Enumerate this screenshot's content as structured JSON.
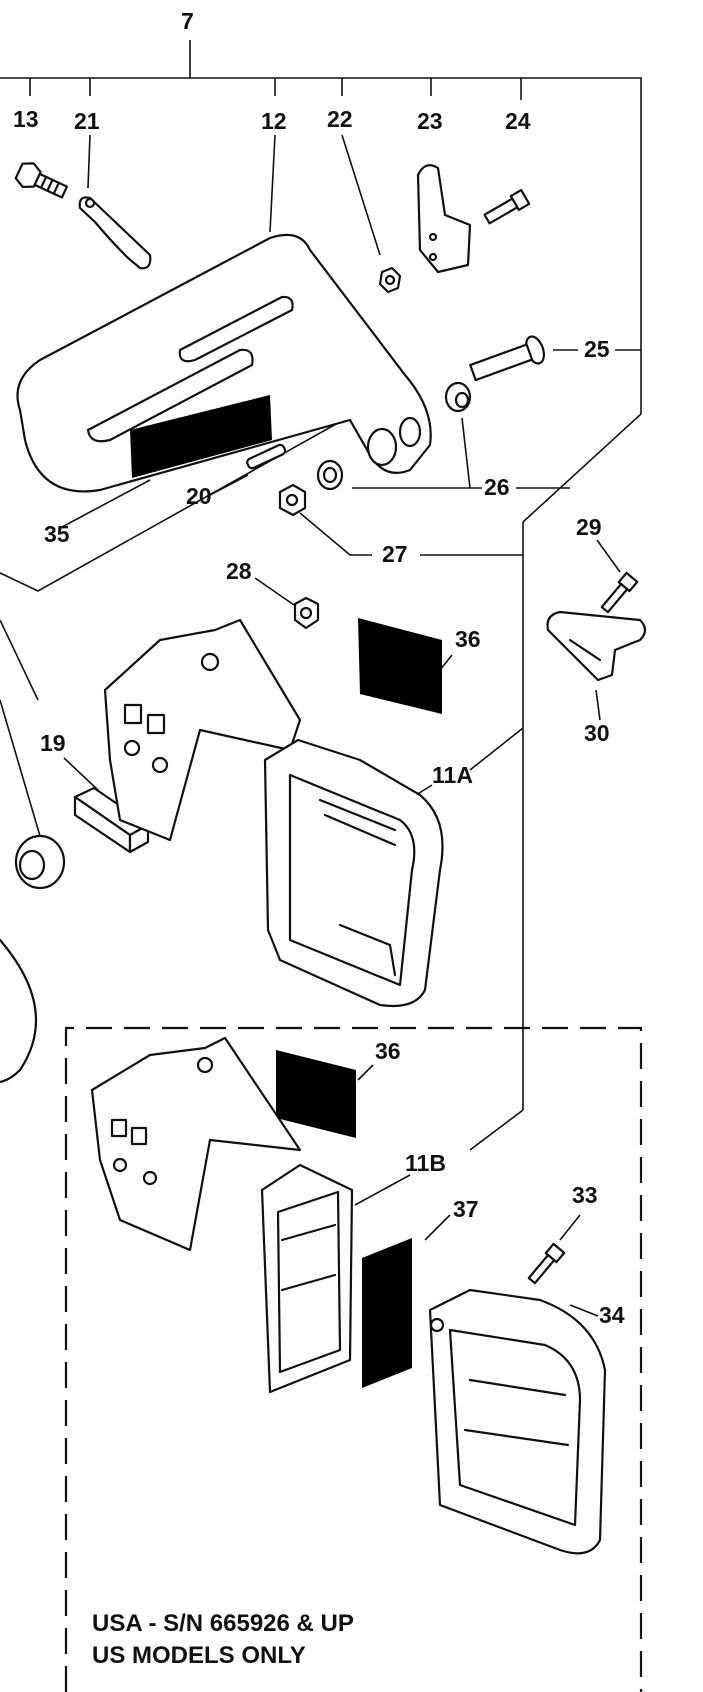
{
  "labels": {
    "p7": "7",
    "p13": "13",
    "p21": "21",
    "p12": "12",
    "p22": "22",
    "p23": "23",
    "p24": "24",
    "p25": "25",
    "p26": "26",
    "p20": "20",
    "p35": "35",
    "p27": "27",
    "p29": "29",
    "p28": "28",
    "p36a": "36",
    "p30": "30",
    "p19": "19",
    "p11a": "11A",
    "p36b": "36",
    "p11b": "11B",
    "p33": "33",
    "p37": "37",
    "p34": "34"
  },
  "note": {
    "line1": "USA - S/N 665926 & UP",
    "line2": "US MODELS ONLY"
  },
  "colors": {
    "ink": "#111111",
    "background": "#ffffff"
  }
}
